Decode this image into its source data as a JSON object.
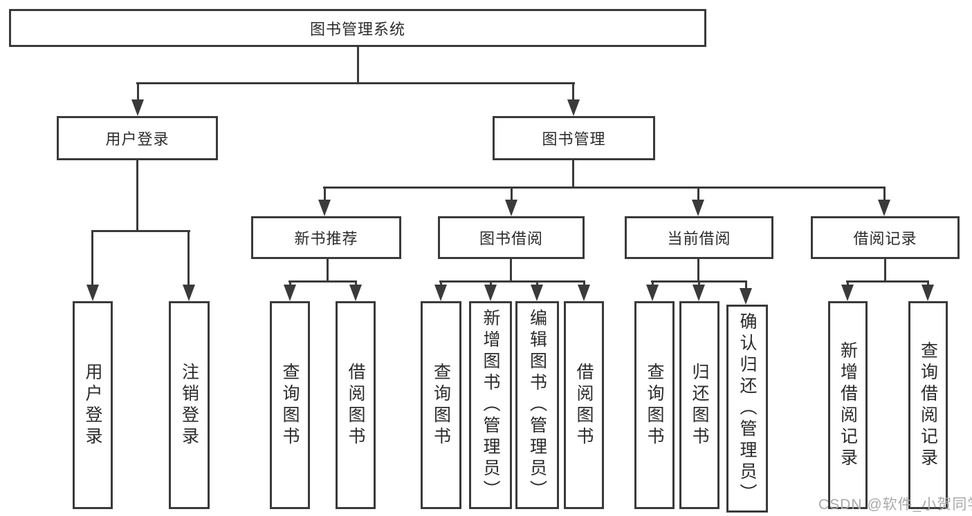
{
  "diagram": {
    "tree": {
      "label": "图书管理系统",
      "children": [
        {
          "label": "用户登录",
          "children": [
            {
              "label": "用户登录"
            },
            {
              "label": "注销登录"
            }
          ]
        },
        {
          "label": "图书管理",
          "children": [
            {
              "label": "新书推荐",
              "children": [
                {
                  "label": "查询图书"
                },
                {
                  "label": "借阅图书"
                }
              ]
            },
            {
              "label": "图书借阅",
              "children": [
                {
                  "label": "查询图书"
                },
                {
                  "label": "新增图书（管理员）"
                },
                {
                  "label": "编辑图书（管理员）"
                },
                {
                  "label": "借阅图书"
                }
              ]
            },
            {
              "label": "当前借阅",
              "children": [
                {
                  "label": "查询图书"
                },
                {
                  "label": "归还图书"
                },
                {
                  "label": "确认归还（管理员）"
                }
              ]
            },
            {
              "label": "借阅记录",
              "children": [
                {
                  "label": "新增借阅记录"
                },
                {
                  "label": "查询借阅记录"
                }
              ]
            }
          ]
        }
      ]
    },
    "watermark": "CSDN @软件_小贺同学",
    "colors": {
      "line": "#3a3a3a",
      "box_border": "#3a3a3a",
      "box_fill": "#ffffff",
      "text": "#2b2b2b",
      "watermark": "#a9a9a9",
      "background": "#ffffff"
    }
  }
}
